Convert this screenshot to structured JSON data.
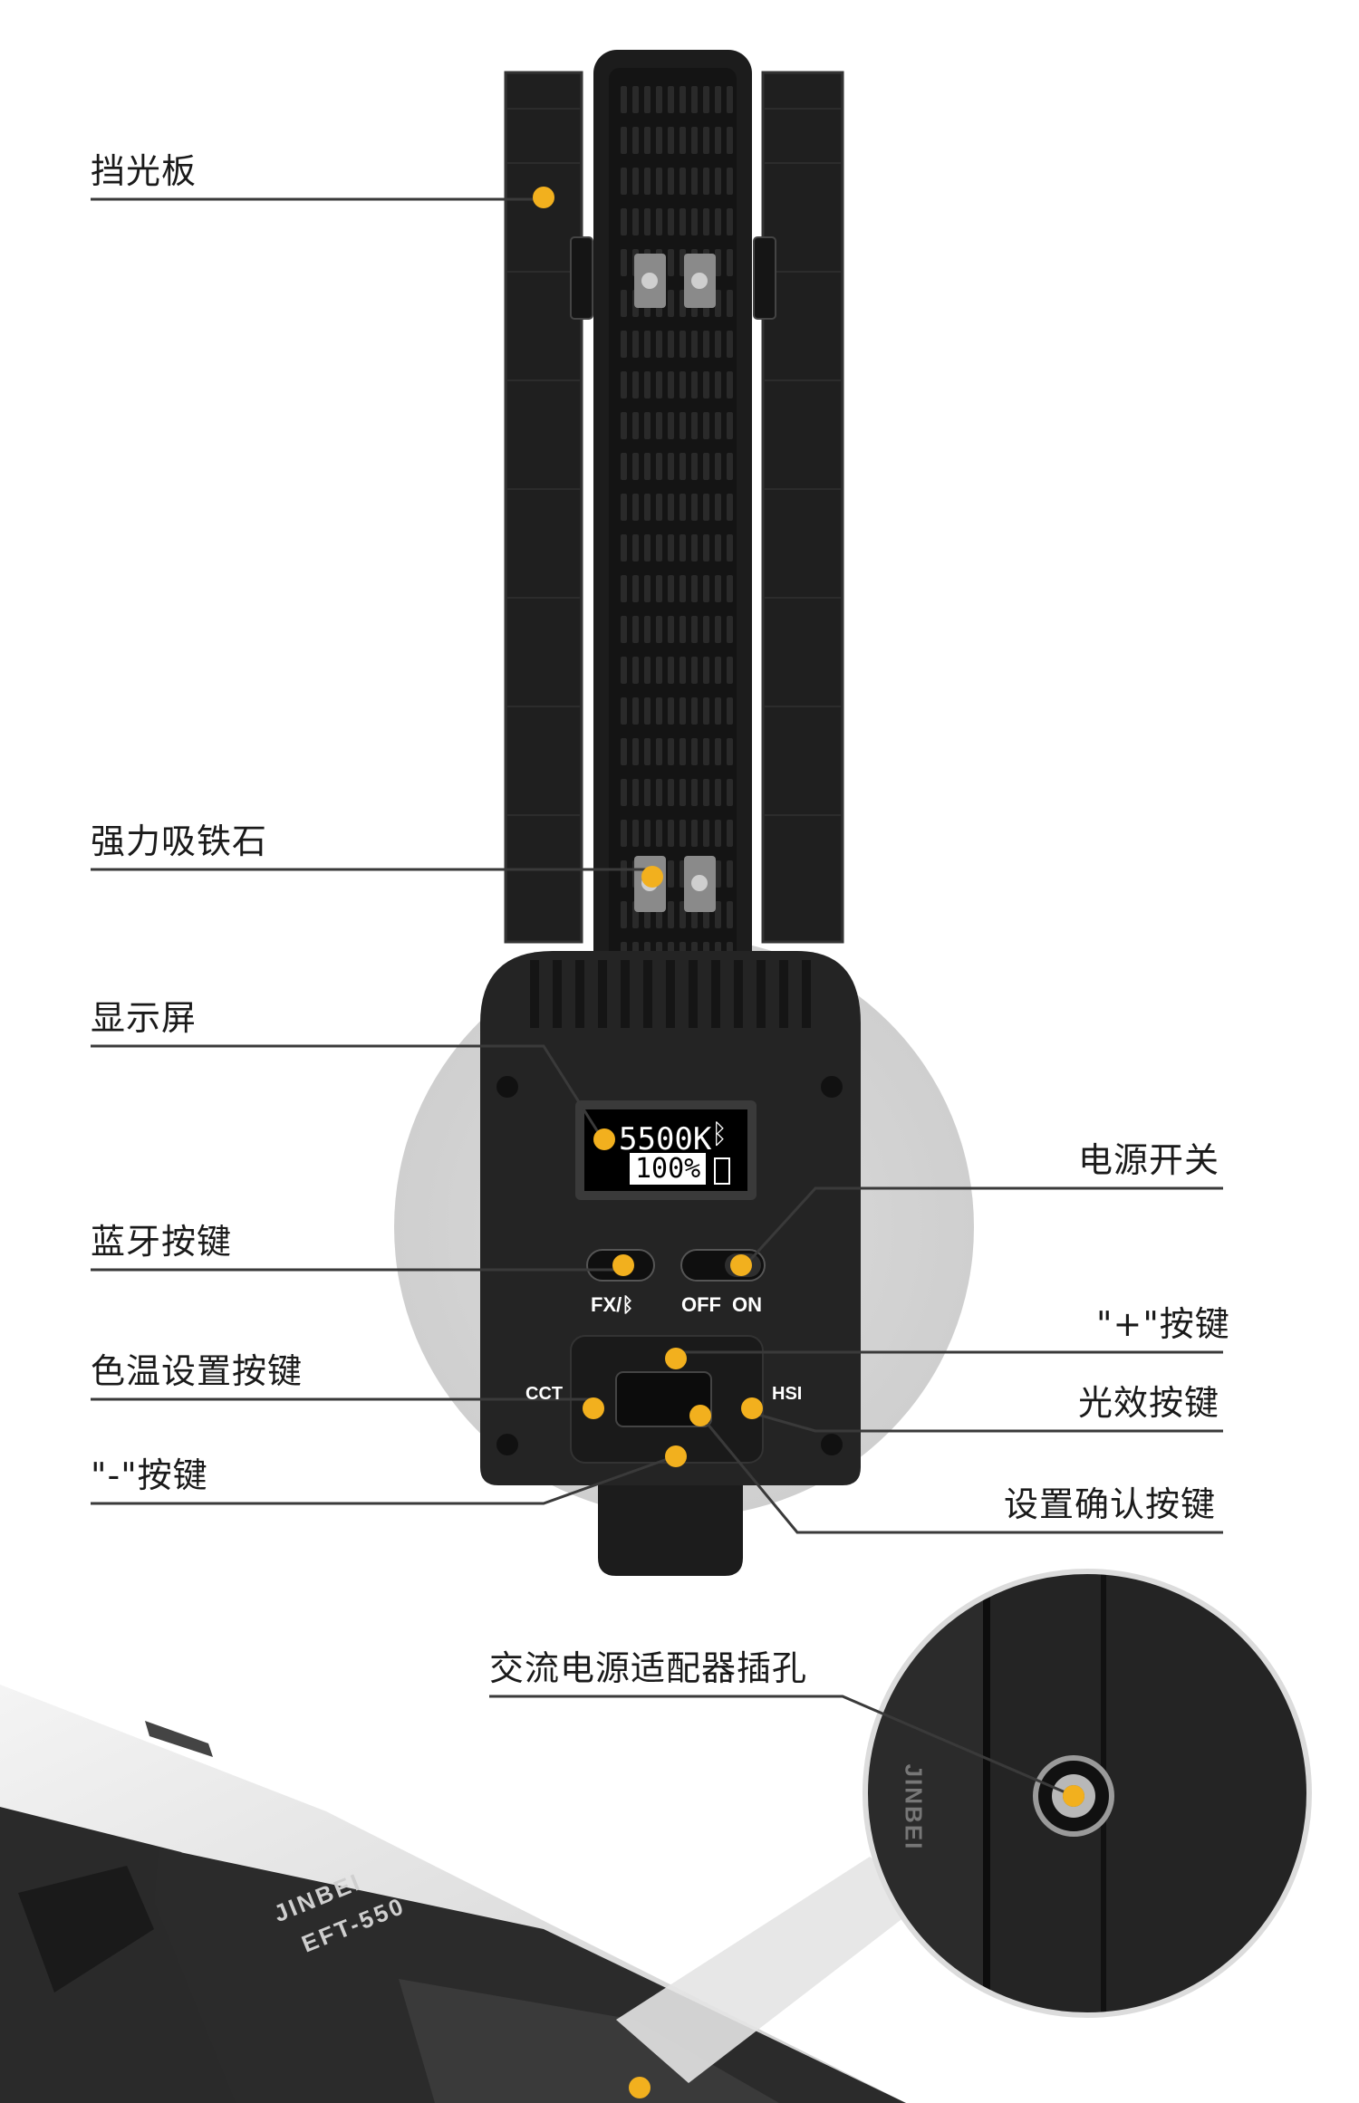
{
  "labels": {
    "barn_doors": "挡光板",
    "magnets": "强力吸铁石",
    "display": "显示屏",
    "power_switch": "电源开关",
    "bluetooth_button": "蓝牙按键",
    "plus_button": "\"+\"按键",
    "cct_button": "色温设置按键",
    "fx_button": "光效按键",
    "minus_button": "\"-\"按键",
    "confirm_button": "设置确认按键",
    "ac_jack": "交流电源适配器插孔"
  },
  "device": {
    "lcd_line1": "5500K",
    "lcd_line2": "100%",
    "fx_label": "FX/",
    "off_label": "OFF",
    "on_label": "ON",
    "cct_label": "CCT",
    "hsi_label": "HSI",
    "brand": "JINBEI",
    "model": "EFT-550",
    "side_brand": "JINBEI"
  },
  "colors": {
    "marker": "#f2b01e",
    "body": "#232323",
    "leader_line": "#3a3a3a"
  },
  "icons": [
    "bluetooth-icon",
    "battery-icon",
    "marker-dot-icon"
  ]
}
